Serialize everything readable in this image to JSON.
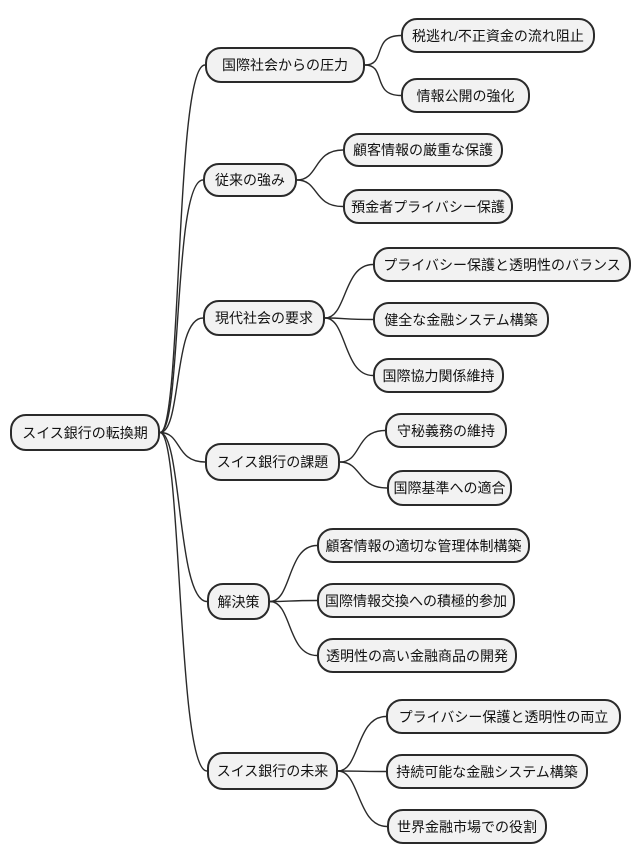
{
  "mindmap": {
    "root": {
      "label": "スイス銀行の転換期"
    },
    "branches": [
      {
        "label": "国際社会からの圧力",
        "children": [
          {
            "label": "税逃れ/不正資金の流れ阻止"
          },
          {
            "label": "情報公開の強化"
          }
        ]
      },
      {
        "label": "従来の強み",
        "children": [
          {
            "label": "顧客情報の厳重な保護"
          },
          {
            "label": "預金者プライバシー保護"
          }
        ]
      },
      {
        "label": "現代社会の要求",
        "children": [
          {
            "label": "プライバシー保護と透明性のバランス"
          },
          {
            "label": "健全な金融システム構築"
          },
          {
            "label": "国際協力関係維持"
          }
        ]
      },
      {
        "label": "スイス銀行の課題",
        "children": [
          {
            "label": "守秘義務の維持"
          },
          {
            "label": "国際基準への適合"
          }
        ]
      },
      {
        "label": "解決策",
        "children": [
          {
            "label": "顧客情報の適切な管理体制構築"
          },
          {
            "label": "国際情報交換への積極的参加"
          },
          {
            "label": "透明性の高い金融商品の開発"
          }
        ]
      },
      {
        "label": "スイス銀行の未来",
        "children": [
          {
            "label": "プライバシー保護と透明性の両立"
          },
          {
            "label": "持続可能な金融システム構築"
          },
          {
            "label": "世界金融市場での役割"
          }
        ]
      }
    ],
    "colors": {
      "background": "#ffffff",
      "node_fill": "#f2f2f2",
      "node_border": "#2a2a2a",
      "connector": "#2a2a2a",
      "text": "#111111"
    }
  }
}
